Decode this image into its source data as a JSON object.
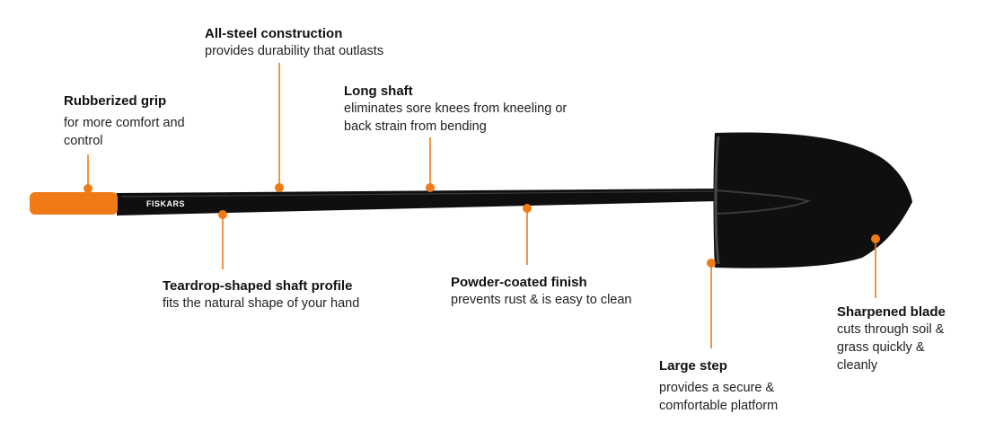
{
  "brand": {
    "name": "FISKARS",
    "accent_color": "#f07a15",
    "shaft_color": "#0f0f0f"
  },
  "features": [
    {
      "id": "rubberized-grip",
      "title": "Rubberized grip",
      "desc": "for more comfort and control"
    },
    {
      "id": "all-steel-construction",
      "title": "All-steel construction",
      "desc": "provides durability that outlasts"
    },
    {
      "id": "long-shaft",
      "title": "Long shaft",
      "desc": "eliminates sore knees from kneeling or back strain from bending"
    },
    {
      "id": "teardrop-shaft-profile",
      "title": "Teardrop-shaped shaft profile",
      "desc": "fits the natural shape of your hand"
    },
    {
      "id": "powder-coated-finish",
      "title": "Powder-coated finish",
      "desc": "prevents rust & is easy to clean"
    },
    {
      "id": "large-step",
      "title": "Large step",
      "desc": "provides a secure & comfortable platform"
    },
    {
      "id": "sharpened-blade",
      "title": "Sharpened blade",
      "desc": "cuts through soil & grass quickly & cleanly"
    }
  ]
}
